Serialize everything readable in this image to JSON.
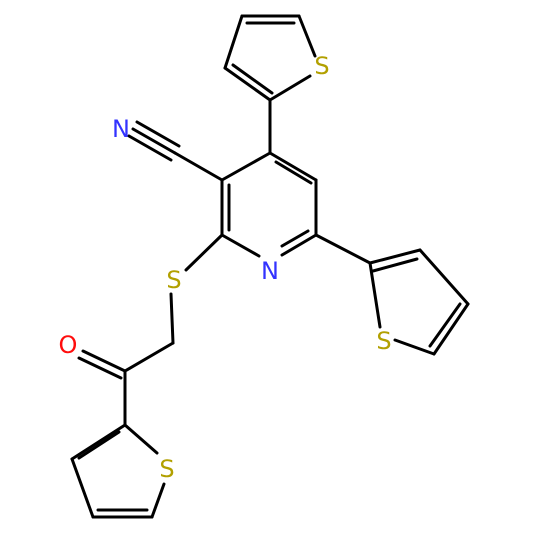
{
  "colors": {
    "background": "#ffffff",
    "bond": "#000000",
    "N": "#3333ff",
    "O": "#ff0d0d",
    "S": "#b2a000"
  },
  "atoms": {
    "s_thiophene_top": "S",
    "s_thiophene_right": "S",
    "s_thiophene_bottom": "S",
    "s_thioether": "S",
    "n_pyridine": "N",
    "n_nitrile": "N",
    "o_carbonyl": "O"
  }
}
